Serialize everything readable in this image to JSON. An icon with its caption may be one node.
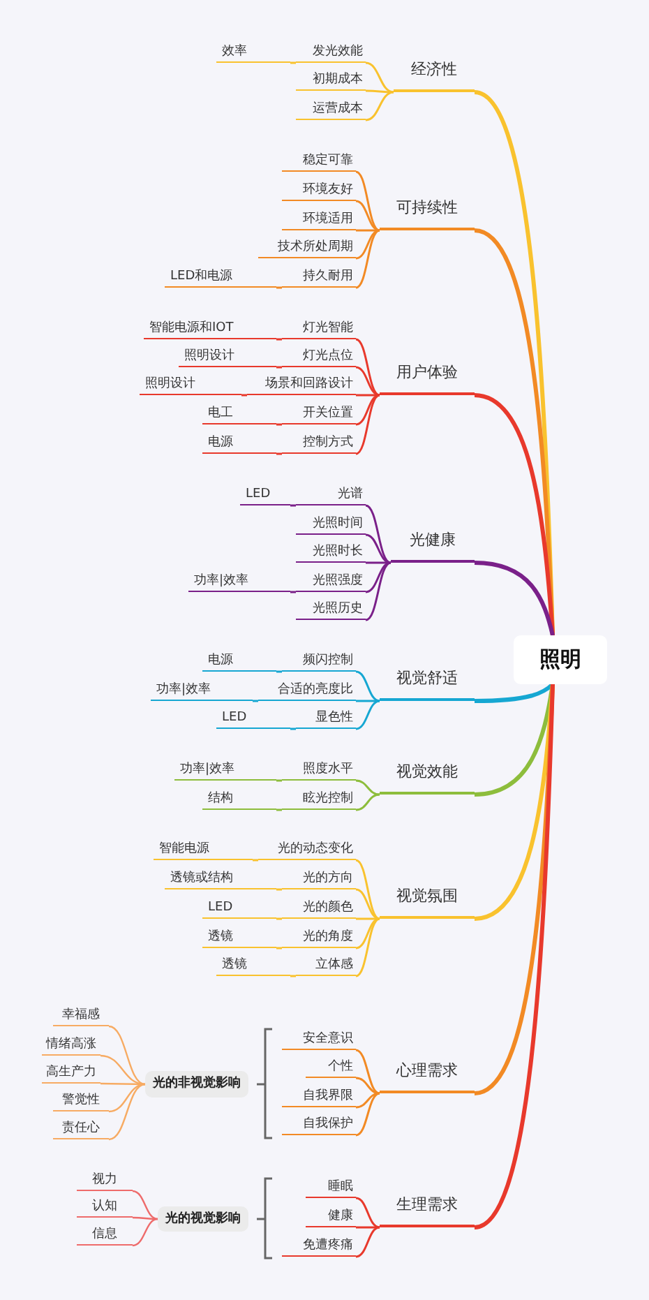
{
  "diagram": {
    "nodes": [
      {
        "text": [
          "照明"
        ]
      },
      {
        "text": [
          "经济性"
        ]
      },
      {
        "text": [
          "发光效能"
        ]
      },
      {
        "text": [
          "效率"
        ]
      },
      {
        "text": [
          "初期成本"
        ]
      },
      {
        "text": [
          "运营成本"
        ]
      },
      {
        "text": [
          "可持续性"
        ]
      },
      {
        "text": [
          "稳定可靠"
        ]
      },
      {
        "text": [
          "环境友好"
        ]
      },
      {
        "text": [
          "环境适用"
        ]
      },
      {
        "text": [
          "技术所处周期"
        ]
      },
      {
        "text": [
          "持久耐用"
        ]
      },
      {
        "text": [
          "LED和电源"
        ]
      },
      {
        "text": [
          "用户体验"
        ]
      },
      {
        "text": [
          "灯光智能"
        ]
      },
      {
        "text": [
          "智能电源和IOT"
        ]
      },
      {
        "text": [
          "灯光点位"
        ]
      },
      {
        "text": [
          "照明设计"
        ]
      },
      {
        "text": [
          "场景和回路设计"
        ]
      },
      {
        "text": [
          "照明设计"
        ]
      },
      {
        "text": [
          "开关位置"
        ]
      },
      {
        "text": [
          "电工"
        ]
      },
      {
        "text": [
          "控制方式"
        ]
      },
      {
        "text": [
          "电源"
        ]
      },
      {
        "text": [
          "光健康"
        ]
      },
      {
        "text": [
          "光谱"
        ]
      },
      {
        "text": [
          "LED"
        ]
      },
      {
        "text": [
          "光照时间"
        ]
      },
      {
        "text": [
          "光照时长"
        ]
      },
      {
        "text": [
          "光照强度"
        ]
      },
      {
        "text": [
          "功率|效率"
        ]
      },
      {
        "text": [
          "光照历史"
        ]
      },
      {
        "text": [
          "视觉舒适"
        ]
      },
      {
        "text": [
          "频闪控制"
        ]
      },
      {
        "text": [
          "电源"
        ]
      },
      {
        "text": [
          "合适的亮度比"
        ]
      },
      {
        "text": [
          "功率|效率"
        ]
      },
      {
        "text": [
          "显色性"
        ]
      },
      {
        "text": [
          "LED"
        ]
      },
      {
        "text": [
          "视觉效能"
        ]
      },
      {
        "text": [
          "照度水平"
        ]
      },
      {
        "text": [
          "功率|效率"
        ]
      },
      {
        "text": [
          "眩光控制"
        ]
      },
      {
        "text": [
          "结构"
        ]
      },
      {
        "text": [
          "视觉氛围"
        ]
      },
      {
        "text": [
          "光的动态变化"
        ]
      },
      {
        "text": [
          "智能电源"
        ]
      },
      {
        "text": [
          "光的方向"
        ]
      },
      {
        "text": [
          "透镜或结构"
        ]
      },
      {
        "text": [
          "光的颜色"
        ]
      },
      {
        "text": [
          "LED"
        ]
      },
      {
        "text": [
          "光的角度"
        ]
      },
      {
        "text": [
          "透镜"
        ]
      },
      {
        "text": [
          "立体感"
        ]
      },
      {
        "text": [
          "透镜"
        ]
      },
      {
        "text": [
          "心理需求"
        ]
      },
      {
        "text": [
          "安全意识"
        ]
      },
      {
        "text": [
          "个性"
        ]
      },
      {
        "text": [
          "自我界限"
        ]
      },
      {
        "text": [
          "自我保护"
        ]
      },
      {
        "text": [
          "光的非视觉影响"
        ]
      },
      {
        "text": [
          "幸福感"
        ]
      },
      {
        "text": [
          "情绪高涨"
        ]
      },
      {
        "text": [
          "高生产力"
        ]
      },
      {
        "text": [
          "警觉性"
        ]
      },
      {
        "text": [
          "责任心"
        ]
      },
      {
        "text": [
          "生理需求"
        ]
      },
      {
        "text": [
          "睡眠"
        ]
      },
      {
        "text": [
          "健康"
        ]
      },
      {
        "text": [
          "免遭疼痛"
        ]
      },
      {
        "text": [
          "光的视觉影响"
        ]
      },
      {
        "text": [
          "视力"
        ]
      },
      {
        "text": [
          "认知"
        ]
      },
      {
        "text": [
          "信息"
        ]
      }
    ],
    "edges": [
      {
        "from": 0,
        "to": 1,
        "arrow": "none",
        "style": "thick",
        "color": "#f9c22e"
      },
      {
        "from": 1,
        "to": 2,
        "arrow": "none",
        "color": "#f9c22e"
      },
      {
        "from": 2,
        "to": 3,
        "arrow": "none",
        "color": "#f9c22e"
      },
      {
        "from": 1,
        "to": 4,
        "arrow": "none",
        "color": "#f9c22e"
      },
      {
        "from": 1,
        "to": 5,
        "arrow": "none",
        "color": "#f9c22e"
      },
      {
        "from": 0,
        "to": 6,
        "arrow": "none",
        "style": "thick",
        "color": "#f28a24"
      },
      {
        "from": 6,
        "to": 7,
        "arrow": "none",
        "color": "#f28a24"
      },
      {
        "from": 6,
        "to": 8,
        "arrow": "none",
        "color": "#f28a24"
      },
      {
        "from": 6,
        "to": 9,
        "arrow": "none",
        "color": "#f28a24"
      },
      {
        "from": 6,
        "to": 10,
        "arrow": "none",
        "color": "#f28a24"
      },
      {
        "from": 6,
        "to": 11,
        "arrow": "none",
        "color": "#f28a24"
      },
      {
        "from": 11,
        "to": 12,
        "arrow": "none",
        "color": "#f28a24"
      },
      {
        "from": 0,
        "to": 13,
        "arrow": "none",
        "style": "thick",
        "color": "#e8392c"
      },
      {
        "from": 13,
        "to": 14,
        "arrow": "none",
        "color": "#e8392c"
      },
      {
        "from": 14,
        "to": 15,
        "arrow": "none",
        "color": "#e8392c"
      },
      {
        "from": 13,
        "to": 16,
        "arrow": "none",
        "color": "#e8392c"
      },
      {
        "from": 16,
        "to": 17,
        "arrow": "none",
        "color": "#e8392c"
      },
      {
        "from": 13,
        "to": 18,
        "arrow": "none",
        "color": "#e8392c"
      },
      {
        "from": 18,
        "to": 19,
        "arrow": "none",
        "color": "#e8392c"
      },
      {
        "from": 13,
        "to": 20,
        "arrow": "none",
        "color": "#e8392c"
      },
      {
        "from": 20,
        "to": 21,
        "arrow": "none",
        "color": "#e8392c"
      },
      {
        "from": 13,
        "to": 22,
        "arrow": "none",
        "color": "#e8392c"
      },
      {
        "from": 22,
        "to": 23,
        "arrow": "none",
        "color": "#e8392c"
      },
      {
        "from": 0,
        "to": 24,
        "arrow": "none",
        "style": "thick",
        "color": "#7a2089"
      },
      {
        "from": 24,
        "to": 25,
        "arrow": "none",
        "color": "#7a2089"
      },
      {
        "from": 25,
        "to": 26,
        "arrow": "none",
        "color": "#7a2089"
      },
      {
        "from": 24,
        "to": 27,
        "arrow": "none",
        "color": "#7a2089"
      },
      {
        "from": 24,
        "to": 28,
        "arrow": "none",
        "color": "#7a2089"
      },
      {
        "from": 24,
        "to": 29,
        "arrow": "none",
        "color": "#7a2089"
      },
      {
        "from": 29,
        "to": 30,
        "arrow": "none",
        "color": "#7a2089"
      },
      {
        "from": 24,
        "to": 31,
        "arrow": "none",
        "color": "#7a2089"
      },
      {
        "from": 0,
        "to": 32,
        "arrow": "none",
        "style": "thick",
        "color": "#16a7d2"
      },
      {
        "from": 32,
        "to": 33,
        "arrow": "none",
        "color": "#16a7d2"
      },
      {
        "from": 33,
        "to": 34,
        "arrow": "none",
        "color": "#16a7d2"
      },
      {
        "from": 32,
        "to": 35,
        "arrow": "none",
        "color": "#16a7d2"
      },
      {
        "from": 35,
        "to": 36,
        "arrow": "none",
        "color": "#16a7d2"
      },
      {
        "from": 32,
        "to": 37,
        "arrow": "none",
        "color": "#16a7d2"
      },
      {
        "from": 37,
        "to": 38,
        "arrow": "none",
        "color": "#16a7d2"
      },
      {
        "from": 0,
        "to": 39,
        "arrow": "none",
        "style": "thick",
        "color": "#8dbd3c"
      },
      {
        "from": 39,
        "to": 40,
        "arrow": "none",
        "color": "#8dbd3c"
      },
      {
        "from": 40,
        "to": 41,
        "arrow": "none",
        "color": "#8dbd3c"
      },
      {
        "from": 39,
        "to": 42,
        "arrow": "none",
        "color": "#8dbd3c"
      },
      {
        "from": 42,
        "to": 43,
        "arrow": "none",
        "color": "#8dbd3c"
      },
      {
        "from": 0,
        "to": 44,
        "arrow": "none",
        "style": "thick",
        "color": "#f9c22e"
      },
      {
        "from": 44,
        "to": 45,
        "arrow": "none",
        "color": "#f9c22e"
      },
      {
        "from": 45,
        "to": 46,
        "arrow": "none",
        "color": "#f9c22e"
      },
      {
        "from": 44,
        "to": 47,
        "arrow": "none",
        "color": "#f9c22e"
      },
      {
        "from": 47,
        "to": 48,
        "arrow": "none",
        "color": "#f9c22e"
      },
      {
        "from": 44,
        "to": 49,
        "arrow": "none",
        "color": "#f9c22e"
      },
      {
        "from": 49,
        "to": 50,
        "arrow": "none",
        "color": "#f9c22e"
      },
      {
        "from": 44,
        "to": 51,
        "arrow": "none",
        "color": "#f9c22e"
      },
      {
        "from": 51,
        "to": 52,
        "arrow": "none",
        "color": "#f9c22e"
      },
      {
        "from": 44,
        "to": 53,
        "arrow": "none",
        "color": "#f9c22e"
      },
      {
        "from": 53,
        "to": 54,
        "arrow": "none",
        "color": "#f9c22e"
      },
      {
        "from": 0,
        "to": 55,
        "arrow": "none",
        "style": "thick",
        "color": "#f28a24"
      },
      {
        "from": 55,
        "to": 56,
        "arrow": "none",
        "color": "#f28a24"
      },
      {
        "from": 55,
        "to": 57,
        "arrow": "none",
        "color": "#f28a24"
      },
      {
        "from": 55,
        "to": 58,
        "arrow": "none",
        "color": "#f28a24"
      },
      {
        "from": 55,
        "to": 59,
        "arrow": "none",
        "color": "#f28a24"
      },
      {
        "from": 60,
        "to": 61,
        "arrow": "none",
        "color": "#f7ab63"
      },
      {
        "from": 60,
        "to": 62,
        "arrow": "none",
        "color": "#f7ab63"
      },
      {
        "from": 60,
        "to": 63,
        "arrow": "none",
        "color": "#f7ab63"
      },
      {
        "from": 60,
        "to": 64,
        "arrow": "none",
        "color": "#f7ab63"
      },
      {
        "from": 60,
        "to": 65,
        "arrow": "none",
        "color": "#f7ab63"
      },
      {
        "from": 0,
        "to": 66,
        "arrow": "none",
        "style": "thick",
        "color": "#e8392c"
      },
      {
        "from": 66,
        "to": 67,
        "arrow": "none",
        "color": "#e8392c"
      },
      {
        "from": 66,
        "to": 68,
        "arrow": "none",
        "color": "#e8392c"
      },
      {
        "from": 66,
        "to": 69,
        "arrow": "none",
        "color": "#e8392c"
      },
      {
        "from": 70,
        "to": 71,
        "arrow": "none",
        "color": "#ee6b6b"
      },
      {
        "from": 70,
        "to": 72,
        "arrow": "none",
        "color": "#ee6b6b"
      },
      {
        "from": 70,
        "to": 73,
        "arrow": "none",
        "color": "#ee6b6b"
      }
    ]
  }
}
